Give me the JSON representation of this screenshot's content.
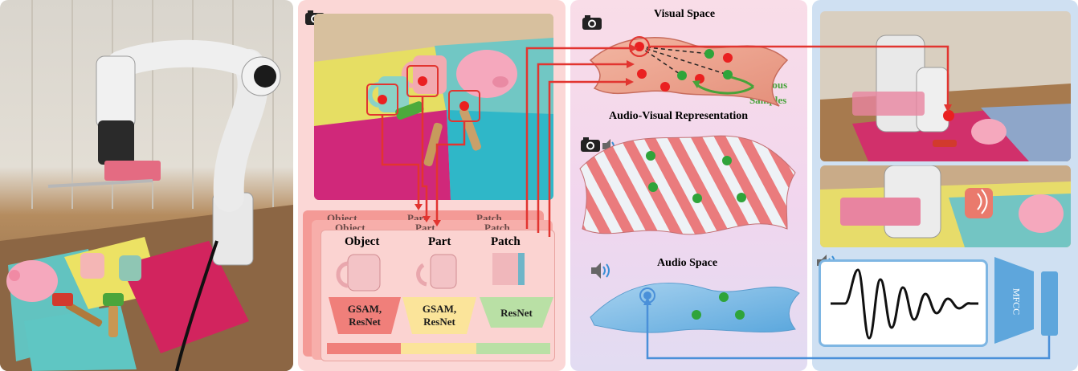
{
  "panels": {
    "pipeline": {
      "columns": [
        {
          "title": "Object",
          "encoder": "GSAM,\nResNet",
          "color": "#f07f7a"
        },
        {
          "title": "Part",
          "encoder": "GSAM,\nResNet",
          "color": "#fbe49a"
        },
        {
          "title": "Patch",
          "encoder": "ResNet",
          "color": "#b9e0a5"
        }
      ],
      "ghost_titles": [
        "Object",
        "Part",
        "Patch"
      ]
    },
    "spaces": {
      "visual_space": "Visual Space",
      "audio_visual": "Audio-Visual Representation",
      "audio_space": "Audio Space",
      "previous_samples": "Previous\nSamples"
    },
    "audio": {
      "mfcc": "MFCC"
    }
  },
  "colors": {
    "left_panel_bg": "#fbd7d6",
    "middle_panel_bg": "#f4dcef",
    "right_panel_bg": "#cfe0f2",
    "red_arrow": "#e23530",
    "blue_arrow": "#4a90d9",
    "green_marker": "#2fa43a",
    "red_marker": "#ea2020"
  },
  "icons": [
    "camera-icon",
    "speaker-icon"
  ]
}
